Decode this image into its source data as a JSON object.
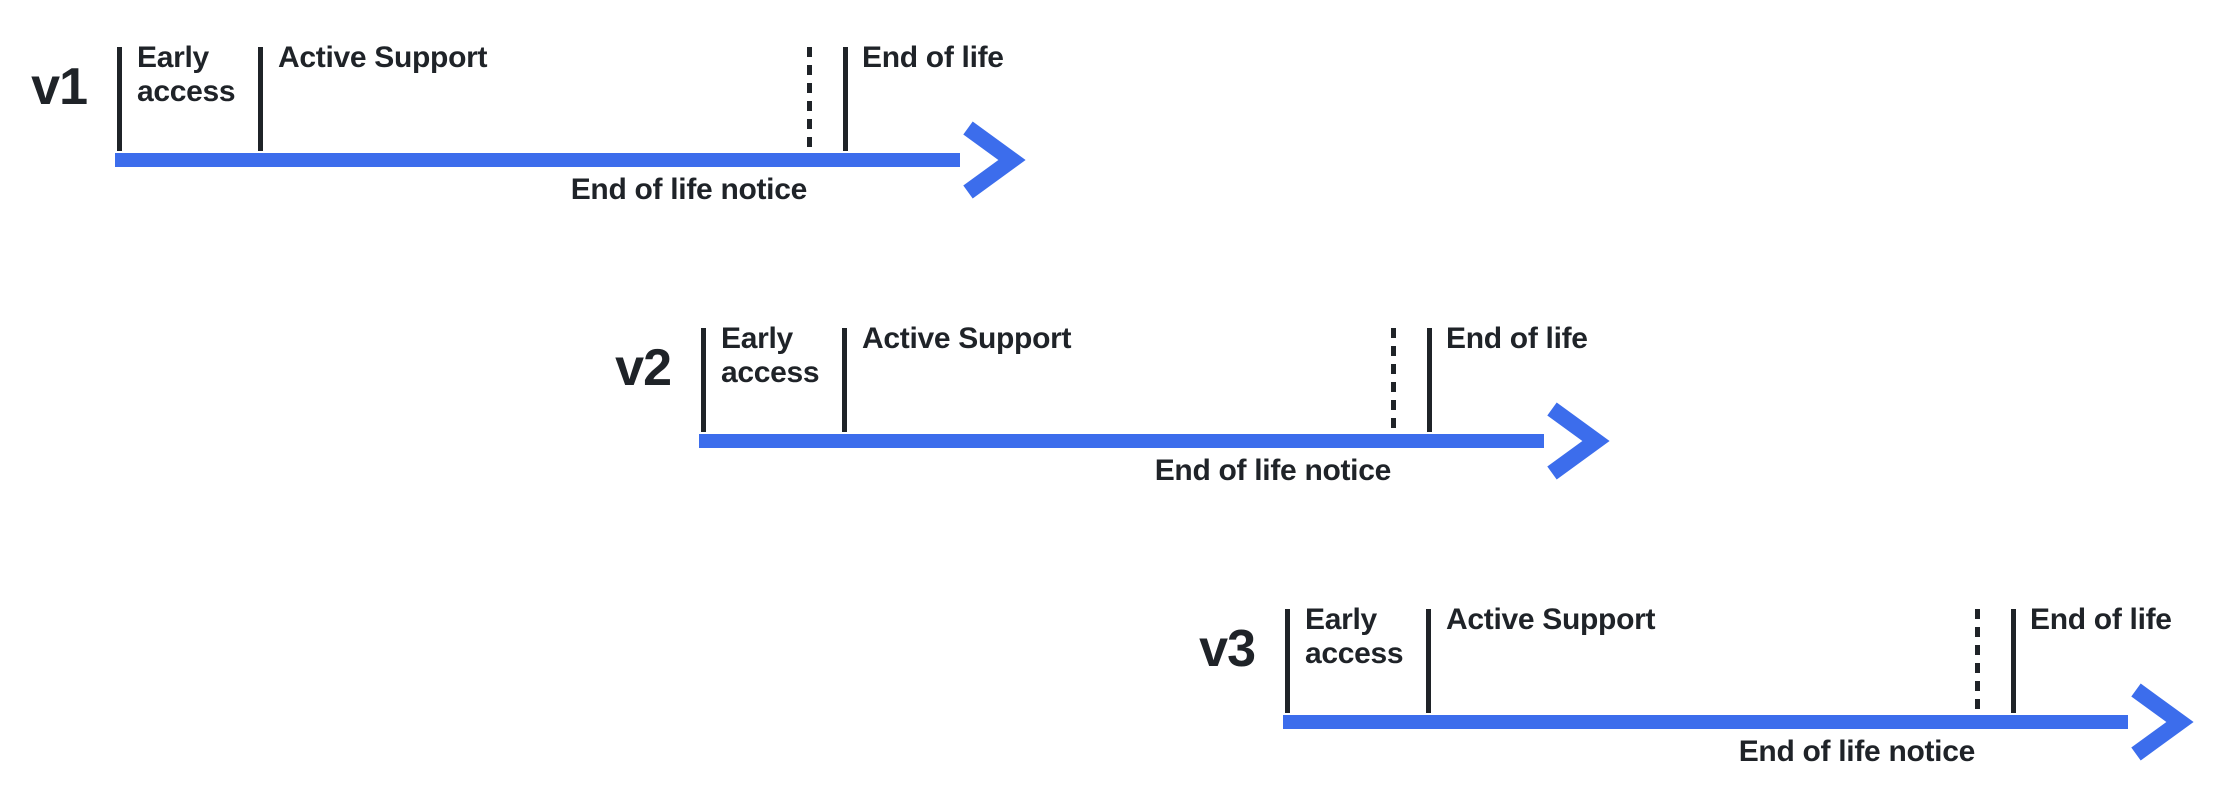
{
  "colors": {
    "arrow_blue": "#3C6DEC",
    "ink": "#1F2328"
  },
  "timelines": [
    {
      "version": "v1",
      "phases": [
        {
          "label": "Early access"
        },
        {
          "label": "Active Support"
        },
        {
          "label": "End of life"
        }
      ],
      "notice": "End of life notice"
    },
    {
      "version": "v2",
      "phases": [
        {
          "label": "Early access"
        },
        {
          "label": "Active Support"
        },
        {
          "label": "End of life"
        }
      ],
      "notice": "End of life notice"
    },
    {
      "version": "v3",
      "phases": [
        {
          "label": "Early access"
        },
        {
          "label": "Active Support"
        },
        {
          "label": "End of life"
        }
      ],
      "notice": "End of life notice"
    }
  ]
}
